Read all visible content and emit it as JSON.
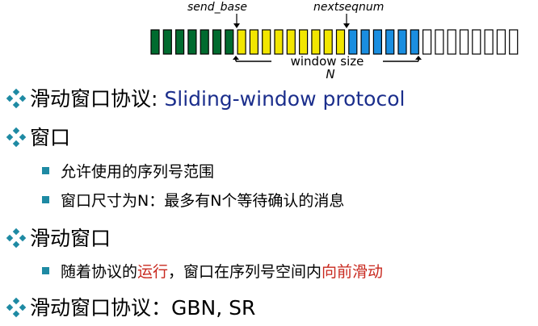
{
  "diagram": {
    "send_base_label": "send_base",
    "nextseqnum_label": "nextseqnum",
    "window_size_label": "window size",
    "window_size_symbol": "N",
    "segments": [
      {
        "state": "acked",
        "count": 7,
        "color": "#006b2f"
      },
      {
        "state": "sent-unacked",
        "count": 9,
        "color": "#f2e600"
      },
      {
        "state": "usable",
        "count": 6,
        "color": "#1a8ee0"
      },
      {
        "state": "unusable",
        "count": 8,
        "color": "#ffffff"
      }
    ]
  },
  "bullets": [
    {
      "text": "滑动窗口协议: ",
      "text_en": "Sliding-window protocol"
    },
    {
      "text": "窗口"
    },
    {
      "text": "允许使用的序列号范围"
    },
    {
      "text": "窗口尺寸为N：最多有N个等待确认的消息"
    },
    {
      "text": "滑动窗口"
    },
    {
      "text_a": "随着协议的",
      "text_red1": "运行",
      "text_b": "，窗口在序列号空间内",
      "text_red2": "向前滑动"
    },
    {
      "text": "滑动窗口协议：GBN, SR"
    }
  ],
  "colors": {
    "diamond": "#1e8aa3",
    "subbullet": "#1e8aa3",
    "highlight": "#c8281e",
    "english": "#1b2e8c"
  }
}
